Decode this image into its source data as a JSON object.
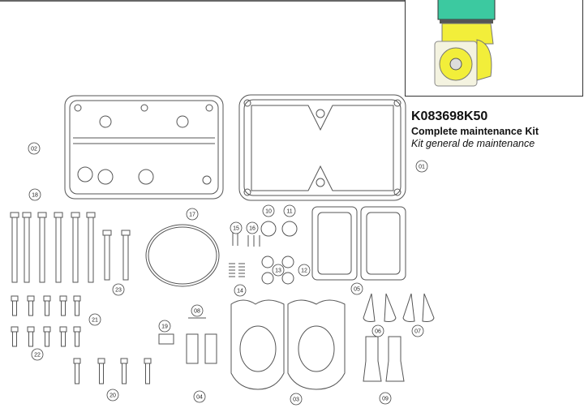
{
  "kit": {
    "part_number": "K083698K50",
    "name_en": "Complete maintenance Kit",
    "name_es": "Kit general de maintenance"
  },
  "product_image": {
    "icon": "air-compressor-photo",
    "colors": {
      "head": "#3cc9a0",
      "body": "#f2ee3a"
    }
  },
  "callouts": [
    "01",
    "02",
    "03",
    "04",
    "05",
    "06",
    "07",
    "08",
    "09",
    "10",
    "11",
    "12",
    "13",
    "14",
    "15",
    "16",
    "17",
    "18",
    "19",
    "20",
    "21",
    "22",
    "23"
  ]
}
